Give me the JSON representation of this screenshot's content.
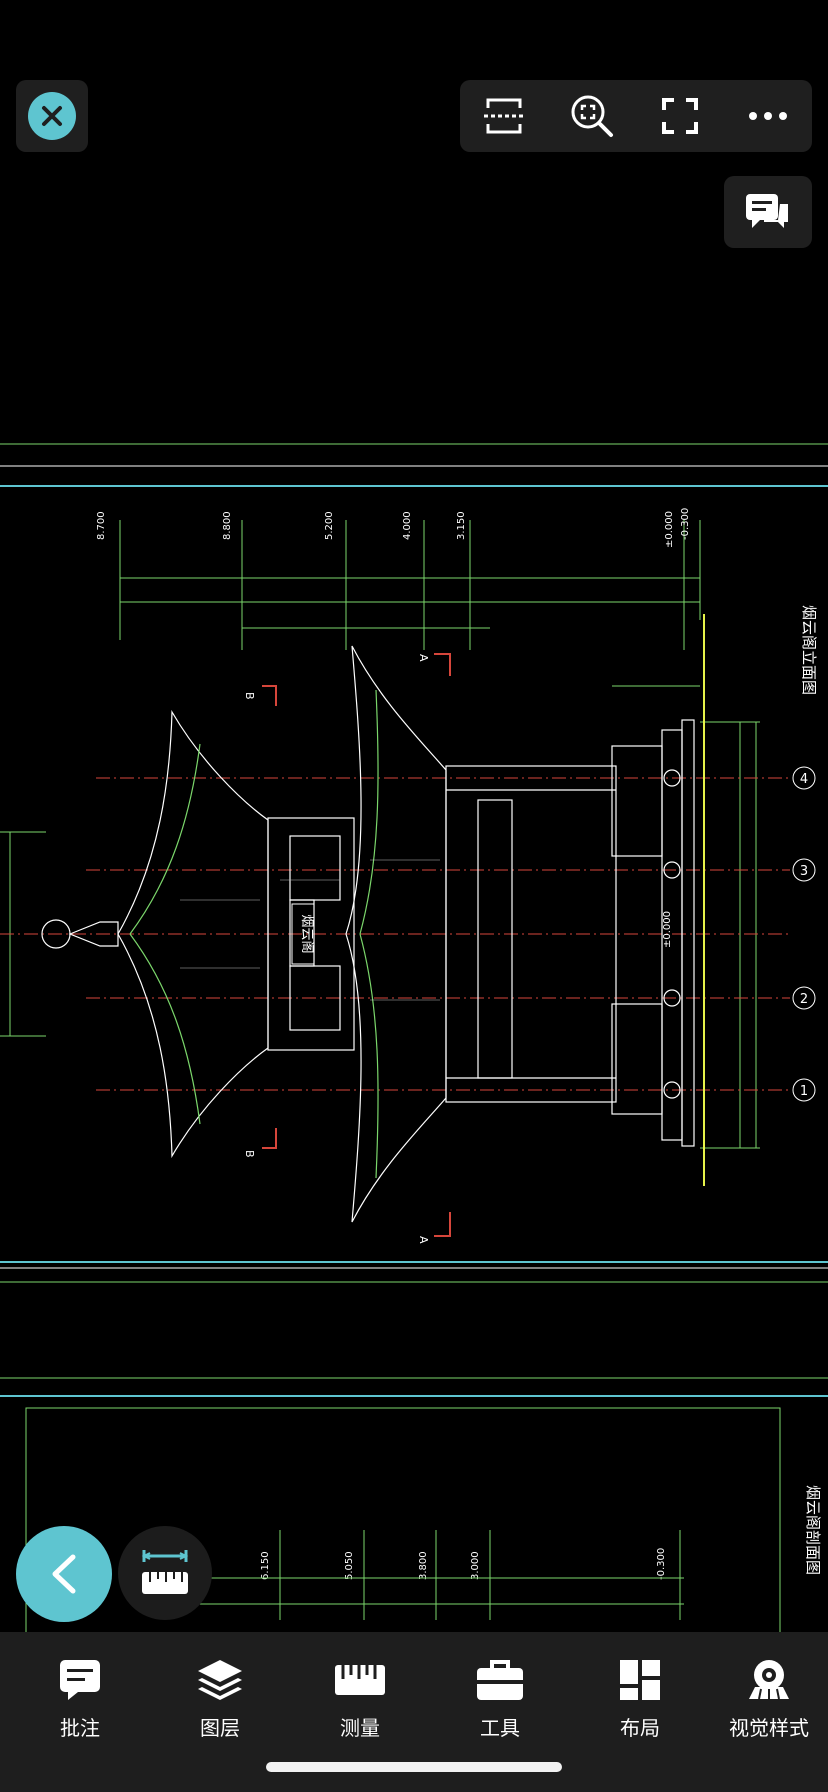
{
  "app": {
    "name": "CAD drawing viewer"
  },
  "top_toolbar": {
    "close_icon": "close-icon",
    "actions": [
      {
        "icon": "split-screen-icon"
      },
      {
        "icon": "zoom-search-icon"
      },
      {
        "icon": "fullscreen-icon"
      },
      {
        "icon": "more-icon"
      }
    ],
    "comment_icon": "comment-bubbles-icon"
  },
  "drawing": {
    "elevation_title": "烟云阁立面图",
    "section_title": "烟云阁剖面图",
    "signboard": "烟云阁",
    "level_marks": [
      "8.700",
      "8.800",
      "5.200",
      "4.000",
      "3.150",
      "±0.000",
      "-0.300"
    ],
    "level_marks_lower": [
      "6.150",
      "5.050",
      "3.800",
      "3.000",
      "-0.300"
    ],
    "grid_axes": [
      "4",
      "3",
      "2",
      "1"
    ],
    "section_marks": [
      "A",
      "B"
    ],
    "center_level": "±0.000",
    "colors": {
      "background": "#000000",
      "lines": "#ffffff",
      "dims": "#7bd66b",
      "cyan": "#5ec5d0",
      "axis": "#d6463b",
      "accent_yellow": "#e6f24a"
    }
  },
  "fab": {
    "back_icon": "chevron-left-icon",
    "measure_icon": "ruler-measure-icon"
  },
  "bottom_nav": [
    {
      "label": "批注",
      "icon": "annotation-icon"
    },
    {
      "label": "图层",
      "icon": "layers-icon"
    },
    {
      "label": "测量",
      "icon": "ruler-icon"
    },
    {
      "label": "工具",
      "icon": "toolbox-icon"
    },
    {
      "label": "布局",
      "icon": "layout-grid-icon"
    },
    {
      "label": "视觉样式",
      "icon": "visual-style-icon"
    }
  ]
}
